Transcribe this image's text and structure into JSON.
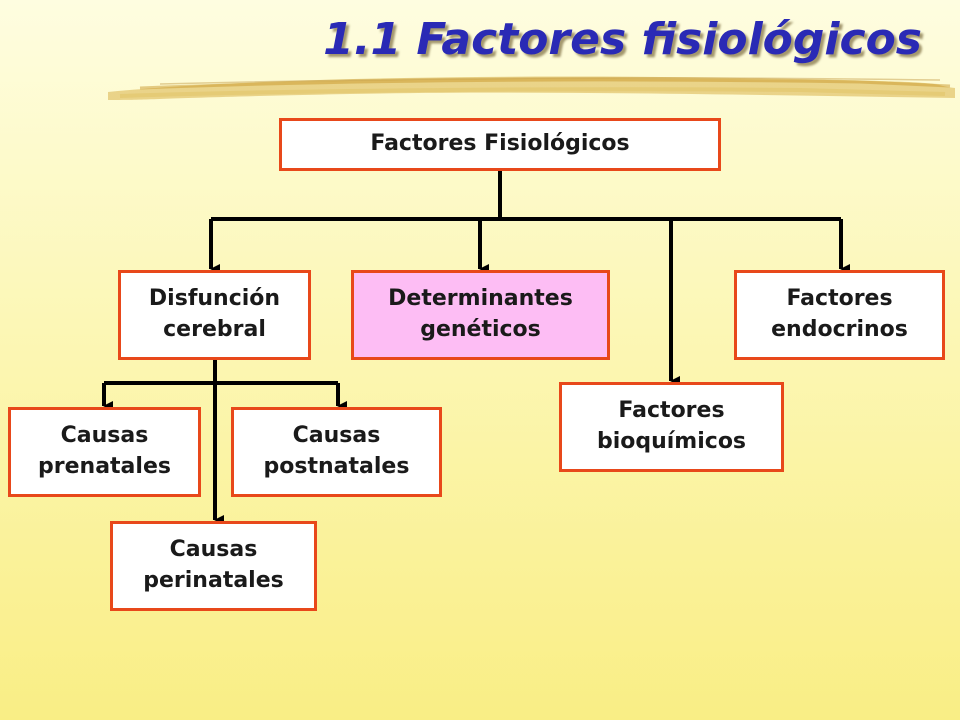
{
  "slide": {
    "title": "1.1 Factores fisiológicos"
  },
  "diagram": {
    "root": {
      "label": "Factores Fisiológicos"
    },
    "level1": [
      {
        "id": "disfuncion",
        "lines": [
          "Disfunción",
          "cerebral"
        ],
        "highlight": false
      },
      {
        "id": "determinantes",
        "lines": [
          "Determinantes",
          "genéticos"
        ],
        "highlight": true
      },
      {
        "id": "bioquimicos",
        "lines": [
          "Factores",
          "bioquímicos"
        ],
        "highlight": false
      },
      {
        "id": "endocrinos",
        "lines": [
          "Factores",
          "endocrinos"
        ],
        "highlight": false
      }
    ],
    "level2": [
      {
        "id": "prenatales",
        "lines": [
          "Causas",
          "prenatales"
        ]
      },
      {
        "id": "postnatales",
        "lines": [
          "Causas",
          "postnatales"
        ]
      },
      {
        "id": "perinatales",
        "lines": [
          "Causas",
          "perinatales"
        ]
      }
    ],
    "colors": {
      "border": "#e8481a",
      "box_fill": "#ffffff",
      "highlight_fill": "#fdbdf4",
      "title": "#2a2ab5",
      "connector": "#000000"
    }
  }
}
